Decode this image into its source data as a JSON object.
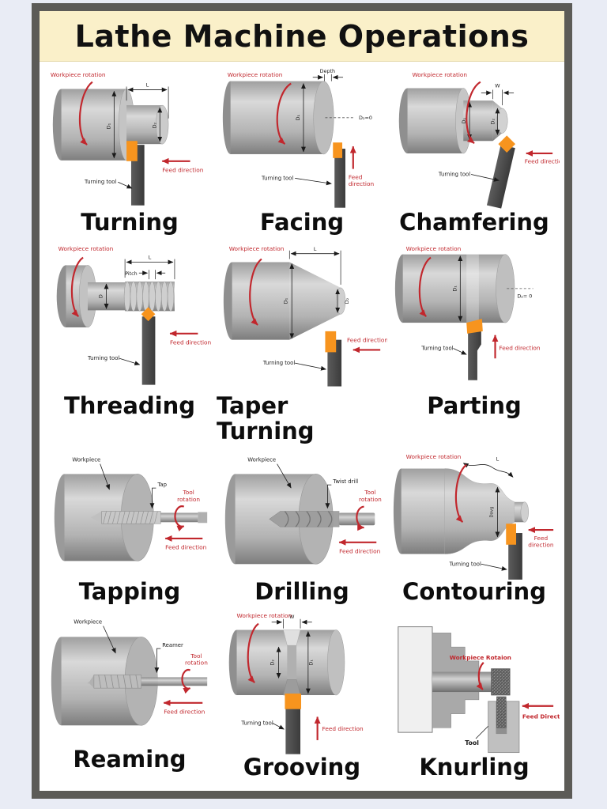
{
  "page": {
    "background": "#e9ecf5",
    "frame_color": "#5c5b57",
    "panel_color": "#ffffff"
  },
  "title": {
    "text": "Lathe Machine Operations",
    "background": "#faf0c9",
    "color": "#111111"
  },
  "colors": {
    "label_red": "#c1272d",
    "insert_orange": "#f7941e",
    "tool_dark": "#454545",
    "workpiece_gray": "#b5b5b5"
  },
  "operations": [
    {
      "name": "Turning",
      "labels": {
        "rotation": "Workpiece rotation",
        "length": "L",
        "d1": "D₁",
        "d2": "D₂",
        "tool": "Turning tool",
        "feed": "Feed direction"
      }
    },
    {
      "name": "Facing",
      "labels": {
        "rotation": "Workpiece rotation",
        "depth": "Depth",
        "d1": "D₁",
        "d2": "D₂=0",
        "tool": "Turning tool",
        "feed_lines": [
          "Feed",
          "direction"
        ]
      }
    },
    {
      "name": "Chamfering",
      "labels": {
        "rotation": "Workpiece rotation",
        "width": "W",
        "d1": "D₁",
        "d2": "D₂",
        "tool": "Turning tool",
        "feed": "Feed direction"
      }
    },
    {
      "name": "Threading",
      "labels": {
        "rotation": "Workpiece rotation",
        "length": "L",
        "pitch": "Pitch",
        "d": "D",
        "tool": "Turning tool",
        "feed": "Feed direction"
      }
    },
    {
      "name": "Taper Turning",
      "labels": {
        "rotation": "Workpiece rotation",
        "length": "L",
        "d1": "D₁",
        "d2": "D₂",
        "tool": "Turning tool",
        "feed": "Feed direction"
      }
    },
    {
      "name": "Parting",
      "labels": {
        "rotation": "Workpiece rotation",
        "d1": "D₁",
        "d2": "D₂= 0",
        "tool": "Turning tool",
        "feed": "Feed direction"
      }
    },
    {
      "name": "Tapping",
      "labels": {
        "workpiece": "Workpiece",
        "tap": "Tap",
        "tool_rotation_lines": [
          "Tool",
          "rotation"
        ],
        "feed": "Feed direction"
      }
    },
    {
      "name": "Drilling",
      "labels": {
        "workpiece": "Workpiece",
        "drill": "Twist drill",
        "tool_rotation_lines": [
          "Tool",
          "rotation"
        ],
        "feed": "Feed direction"
      }
    },
    {
      "name": "Contouring",
      "labels": {
        "rotation": "Workpiece rotation",
        "length": "L",
        "davg": "Davg",
        "tool": "Turning tool",
        "feed_lines": [
          "Feed",
          "direction"
        ]
      }
    },
    {
      "name": "Reaming",
      "labels": {
        "workpiece": "Workpiece",
        "reamer": "Reamer",
        "tool_rotation_lines": [
          "Tool",
          "rotation"
        ],
        "feed": "Feed direction"
      }
    },
    {
      "name": "Grooving",
      "labels": {
        "rotation": "Workpiece rotation",
        "width": "W",
        "d1": "D₁",
        "d2": "D₂",
        "tool": "Turning tool",
        "feed": "Feed direction"
      }
    },
    {
      "name": "Knurling",
      "labels": {
        "rotation": "Workpiece Rotaion",
        "feed": "Feed Direction",
        "tool": "Tool"
      }
    }
  ]
}
